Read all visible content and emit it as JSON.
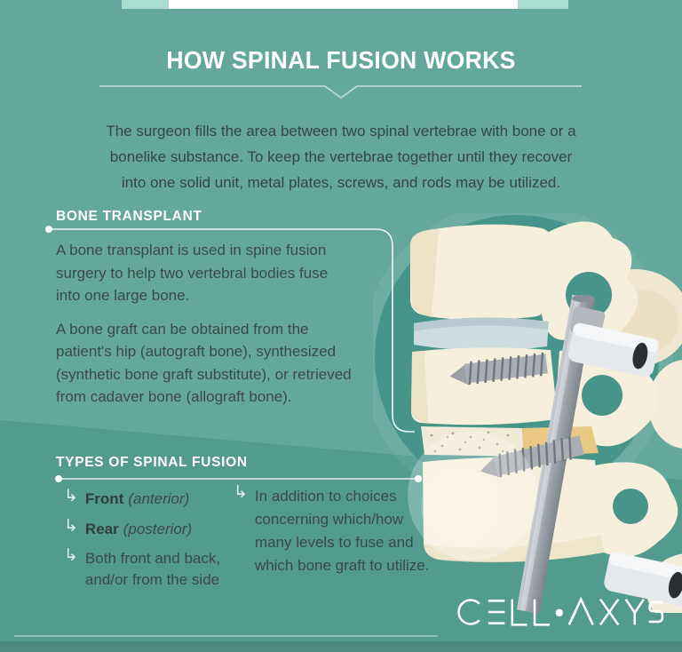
{
  "page": {
    "title": "HOW SPINAL FUSION WORKS",
    "intro": "The surgeon fills the area between two spinal vertebrae with bone or a\nbonelike substance. To keep the vertebrae together until they recover\ninto one solid unit, metal plates, screws, and rods may be utilized."
  },
  "bone_transplant": {
    "heading": "BONE TRANSPLANT",
    "paragraphs": [
      "A bone transplant is used in spine fusion\nsurgery to help two vertebral bodies fuse\ninto one large bone.",
      "A bone graft can be obtained from the\npatient's hip (autograft bone), synthesized\n(synthetic bone graft substitute), or retrieved\nfrom cadaver bone (allograft bone)."
    ]
  },
  "types": {
    "heading": "TYPES OF SPINAL FUSION",
    "items": [
      {
        "term": "Front",
        "qualifier": "(anterior)"
      },
      {
        "term": "Rear",
        "qualifier": "(posterior)"
      },
      {
        "text": "Both front and back,\nand/or from the side"
      }
    ],
    "note": "In addition to choices\nconcerning which/how\nmany levels to fuse and\nwhich bone graft to utilize."
  },
  "footer": {
    "brand": "CELLAXYS"
  },
  "icons": {
    "branch_arrow": "↳"
  },
  "colors": {
    "background_top": "#64a79b",
    "background_bottom": "#529b8d",
    "top_bar_light": "#a9ddd0",
    "top_bar_white": "#ffffff",
    "bottom_bar": "#4d8b81",
    "illustration_circle": "#46948a",
    "bone_cream": "#f6efdb",
    "bone_shade": "#eadfc0",
    "disc_blue": "#cddcdf",
    "graft_tan": "#e9c884",
    "metal_gray": "#a9aeb4",
    "text_dark": "#3a4b47",
    "text_light": "#ffffff"
  }
}
